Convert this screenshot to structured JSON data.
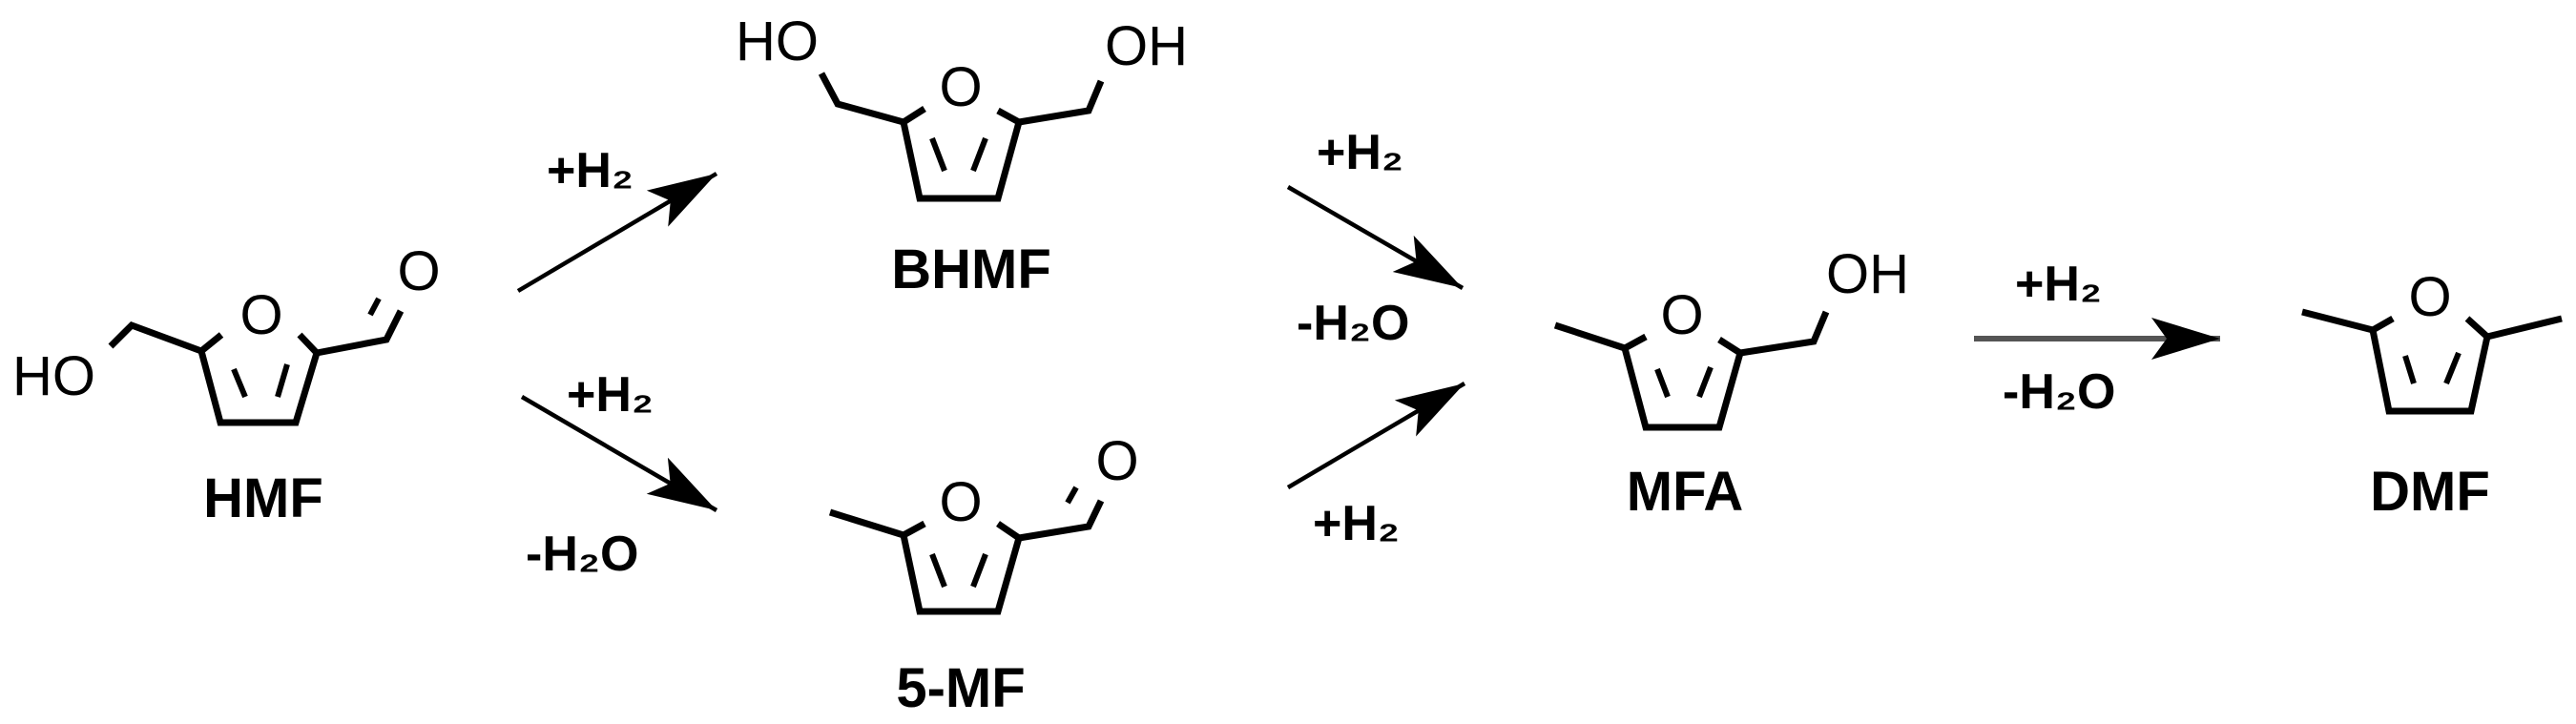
{
  "molecules": {
    "hmf": {
      "name": "HMF",
      "atoms": {
        "ho": "HO",
        "ring_o": "O",
        "carbonyl_o": "O"
      }
    },
    "bhmf": {
      "name": "BHMF",
      "atoms": {
        "ho": "HO",
        "ring_o": "O",
        "oh": "OH"
      }
    },
    "mf5": {
      "name": "5-MF",
      "atoms": {
        "ring_o": "O",
        "carbonyl_o": "O"
      }
    },
    "mfa": {
      "name": "MFA",
      "atoms": {
        "ring_o": "O",
        "oh": "OH"
      }
    },
    "dmf": {
      "name": "DMF",
      "atoms": {
        "ring_o": "O"
      }
    }
  },
  "reactions": {
    "hmf_to_bhmf": {
      "above": "+H₂"
    },
    "hmf_to_5mf": {
      "above": "+H₂",
      "below": "-H₂O"
    },
    "bhmf_to_mfa": {
      "above": "+H₂",
      "below": "-H₂O"
    },
    "mf5_to_mfa": {
      "below": "+H₂"
    },
    "mfa_to_dmf": {
      "above": "+H₂",
      "below": "-H₂O"
    }
  },
  "colors": {
    "ink": "#000000",
    "background": "#ffffff",
    "arrow_shaft_gray": "#555555"
  }
}
